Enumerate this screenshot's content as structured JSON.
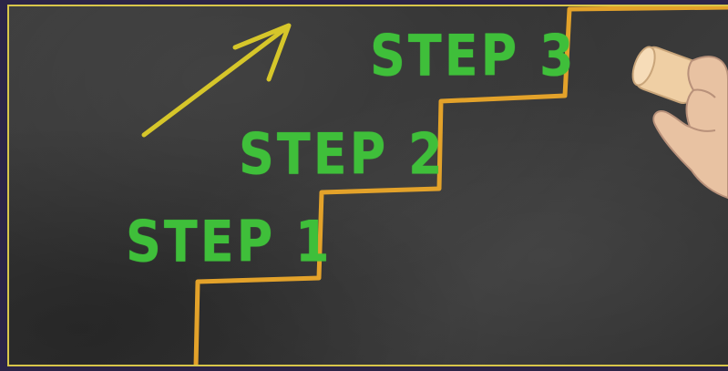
{
  "steps": {
    "step1": "STEP 1",
    "step2": "STEP 2",
    "step3": "STEP 3"
  },
  "colors": {
    "board": "#363636",
    "text_green": "#3fbf3a",
    "stair_line": "#e3a22a",
    "arrow": "#d6c62a",
    "outer_frame": "#2c2547",
    "frame_border": "#d8c64a"
  },
  "icons": {
    "arrow": "up-right-arrow-icon",
    "hand": "hand-holding-chalk-icon"
  }
}
